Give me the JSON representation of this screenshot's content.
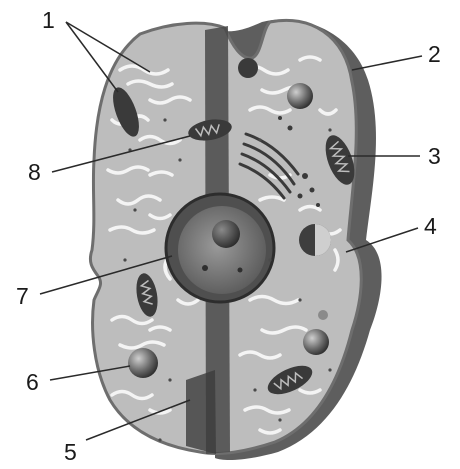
{
  "labels": {
    "n1": "1",
    "n2": "2",
    "n3": "3",
    "n4": "4",
    "n5": "5",
    "n6": "6",
    "n7": "7",
    "n8": "8"
  },
  "colors": {
    "cytoplasm": "#bdbdbd",
    "membrane": "#6e6e6e",
    "organelle_dark": "#3a3a3a",
    "er_channel": "#f4f4f4",
    "label_text": "#1a1a1a"
  }
}
